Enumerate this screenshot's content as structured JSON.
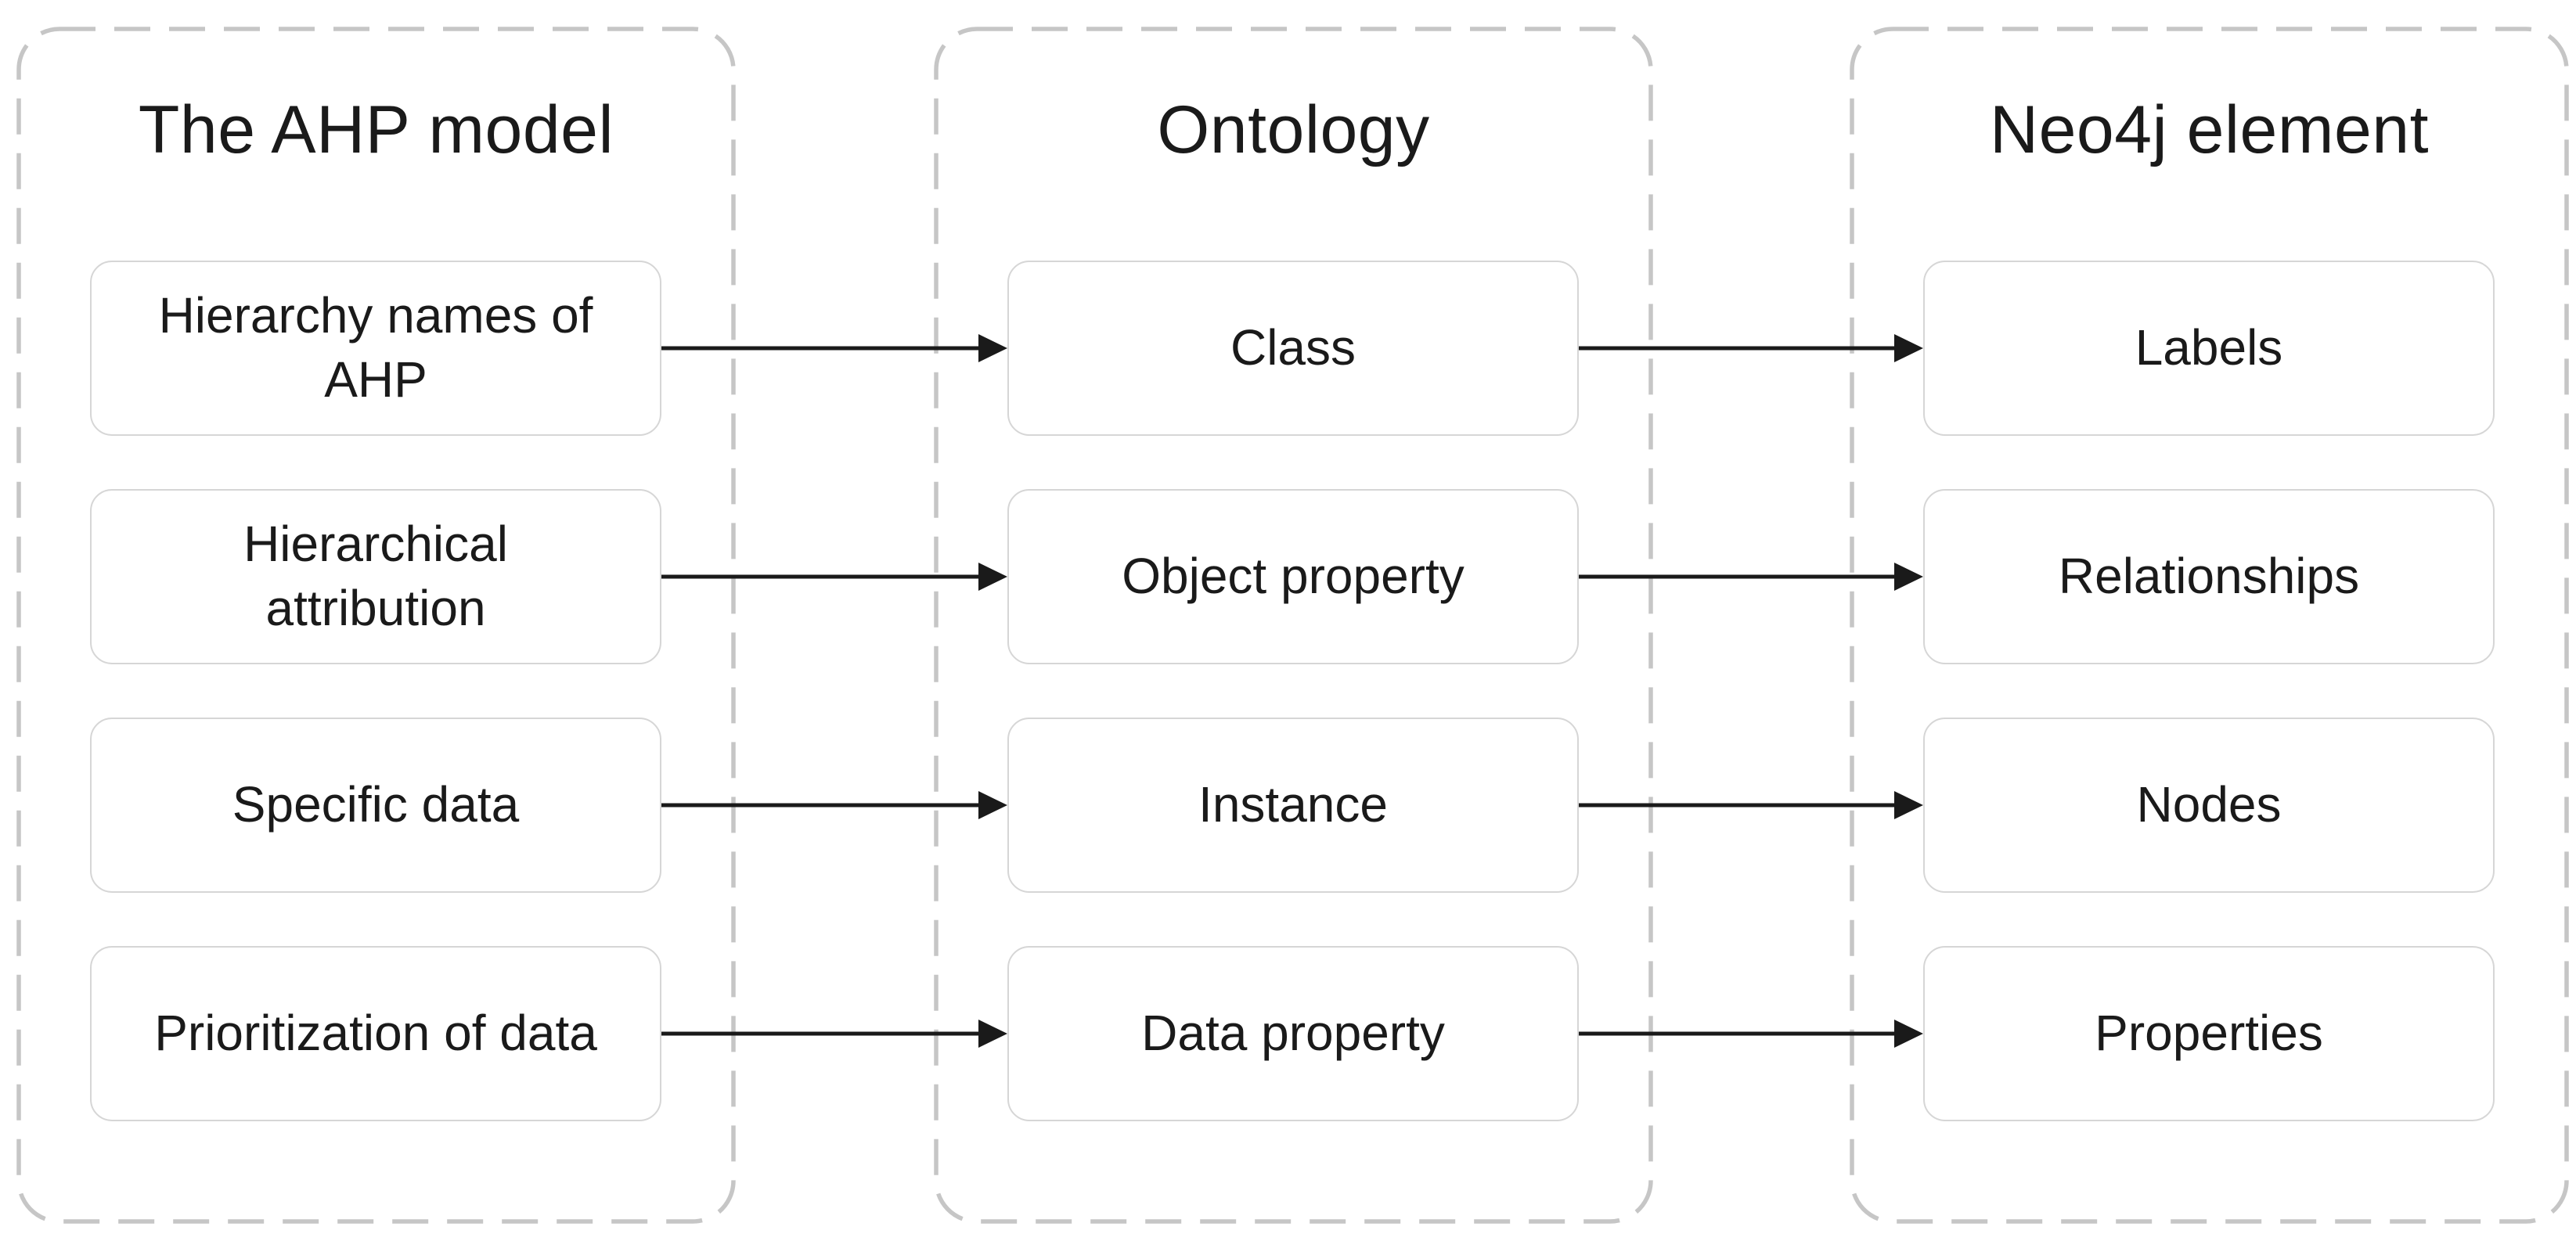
{
  "diagram": {
    "columns": [
      {
        "title": "The AHP model",
        "items": [
          "Hierarchy names of AHP",
          "Hierarchical attribution",
          "Specific data",
          "Prioritization of data"
        ]
      },
      {
        "title": "Ontology",
        "items": [
          "Class",
          "Object property",
          "Instance",
          "Data property"
        ]
      },
      {
        "title": "Neo4j element",
        "items": [
          "Labels",
          "Relationships",
          "Nodes",
          "Properties"
        ]
      }
    ],
    "connections": [
      {
        "from": "Hierarchy names of AHP",
        "to": "Class"
      },
      {
        "from": "Hierarchical attribution",
        "to": "Object property"
      },
      {
        "from": "Specific data",
        "to": "Instance"
      },
      {
        "from": "Prioritization of data",
        "to": "Data property"
      },
      {
        "from": "Class",
        "to": "Labels"
      },
      {
        "from": "Object property",
        "to": "Relationships"
      },
      {
        "from": "Instance",
        "to": "Nodes"
      },
      {
        "from": "Data property",
        "to": "Properties"
      }
    ],
    "colors": {
      "background": "#ffffff",
      "dashed_container_border": "#c6c6c6",
      "box_border": "#d6d6d6",
      "arrow": "#1a1a1a",
      "text": "#1a1a1a"
    }
  }
}
